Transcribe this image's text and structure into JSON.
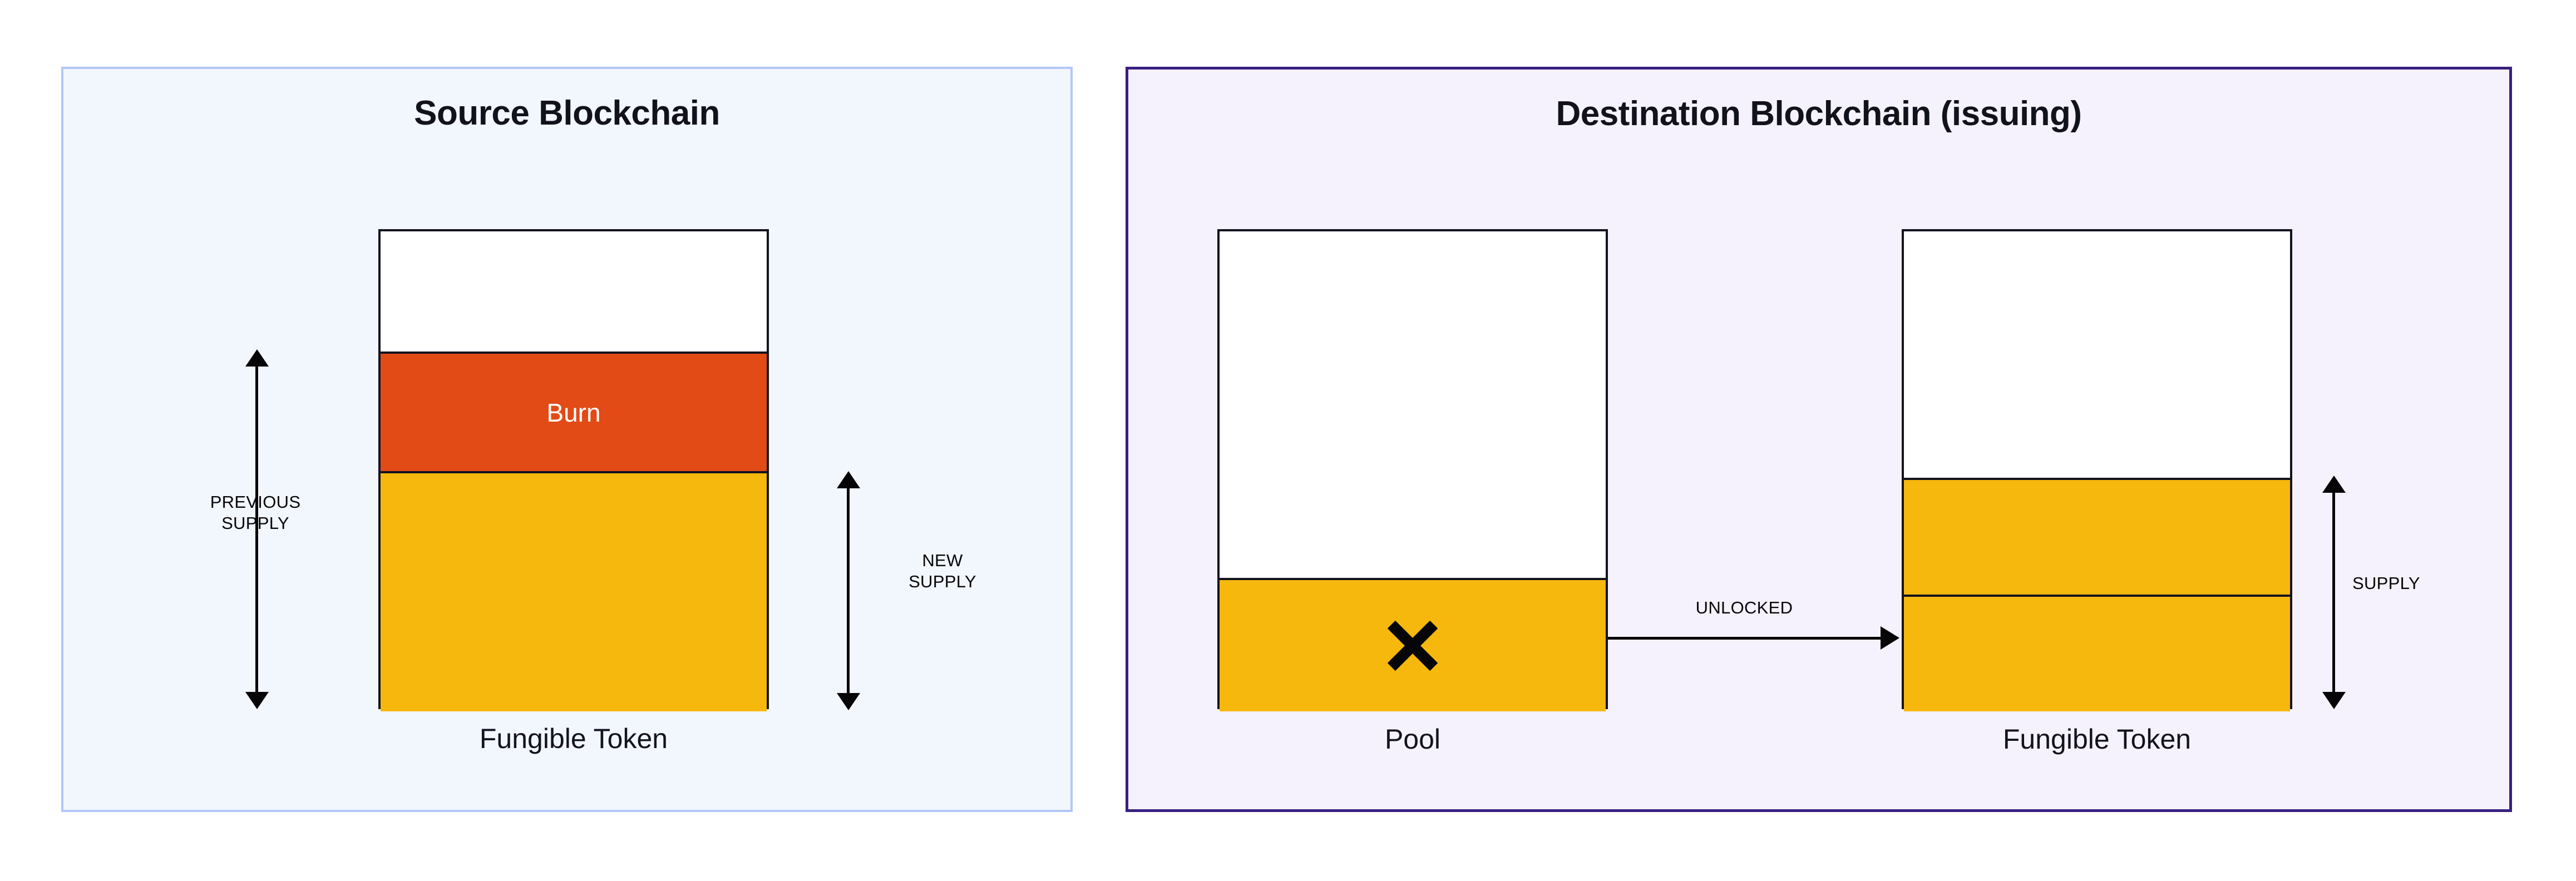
{
  "diagram": {
    "type": "token-bridge-burn-and-unlock",
    "panels": [
      {
        "id": "source",
        "title": "Source Blockchain",
        "border_color": "#b3c8f7",
        "fill_color": "#f2f6fd"
      },
      {
        "id": "destination",
        "title": "Destination Blockchain (issuing)",
        "border_color": "#3a2080",
        "fill_color": "#f5f2fd"
      }
    ]
  },
  "source_panel": {
    "title": "Source Blockchain",
    "token_stack": {
      "caption": "Fungible Token",
      "segments": [
        {
          "name": "empty-headroom",
          "label": "",
          "color": "#ffffff"
        },
        {
          "name": "burn",
          "label": "Burn",
          "color": "#e24a16",
          "text_color": "#ffffff"
        },
        {
          "name": "remaining-supply",
          "label": "",
          "color": "#f7b80d"
        }
      ]
    },
    "measures": [
      {
        "name": "previous-supply",
        "label": "PREVIOUS\nSUPPLY",
        "spans": [
          "burn",
          "remaining-supply"
        ]
      },
      {
        "name": "new-supply",
        "label": "NEW\nSUPPLY",
        "spans": [
          "remaining-supply"
        ]
      }
    ]
  },
  "destination_panel": {
    "title": "Destination Blockchain (issuing)",
    "pool_stack": {
      "caption": "Pool",
      "marker_icon": "x-mark",
      "segments": [
        {
          "name": "pool-empty",
          "label": "",
          "color": "#ffffff"
        },
        {
          "name": "pool-locked",
          "label": "",
          "color": "#f7b80d"
        }
      ]
    },
    "flow": {
      "label": "UNLOCKED",
      "direction": "pool-to-token",
      "icon": "arrow-right-icon"
    },
    "token_stack": {
      "caption": "Fungible Token",
      "segments": [
        {
          "name": "empty-headroom",
          "label": "",
          "color": "#ffffff"
        },
        {
          "name": "newly-unlocked",
          "label": "",
          "color": "#f7b80d"
        },
        {
          "name": "existing-supply",
          "label": "",
          "color": "#f7b80d"
        }
      ]
    },
    "measures": [
      {
        "name": "supply",
        "label": "SUPPLY",
        "spans": [
          "newly-unlocked",
          "existing-supply"
        ]
      }
    ]
  },
  "colors": {
    "burn": "#e24a16",
    "token_yellow": "#f7b80d",
    "outline": "#13131f",
    "source_border": "#b3c8f7",
    "source_fill": "#f2f6fd",
    "dest_border": "#3a2080",
    "dest_fill": "#f5f2fd"
  }
}
